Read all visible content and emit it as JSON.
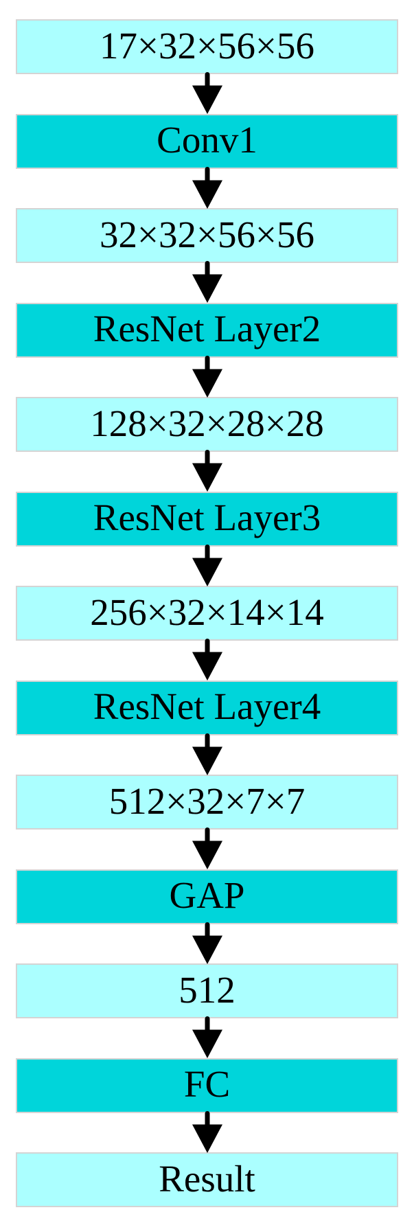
{
  "diagram": {
    "name": "resnet-architecture-flowchart",
    "colors": {
      "data_box_fill": "#abffff",
      "layer_box_fill": "#00d5da",
      "box_border": "#d4d4d4",
      "arrow": "#000000",
      "text": "#000000"
    },
    "nodes": [
      {
        "label": "17×32×56×56",
        "type": "data"
      },
      {
        "label": "Conv1",
        "type": "layer"
      },
      {
        "label": "32×32×56×56",
        "type": "data"
      },
      {
        "label": "ResNet Layer2",
        "type": "layer"
      },
      {
        "label": "128×32×28×28",
        "type": "data"
      },
      {
        "label": "ResNet Layer3",
        "type": "layer"
      },
      {
        "label": "256×32×14×14",
        "type": "data"
      },
      {
        "label": "ResNet Layer4",
        "type": "layer"
      },
      {
        "label": "512×32×7×7",
        "type": "data"
      },
      {
        "label": "GAP",
        "type": "layer"
      },
      {
        "label": "512",
        "type": "data"
      },
      {
        "label": "FC",
        "type": "layer"
      },
      {
        "label": "Result",
        "type": "data"
      }
    ]
  }
}
